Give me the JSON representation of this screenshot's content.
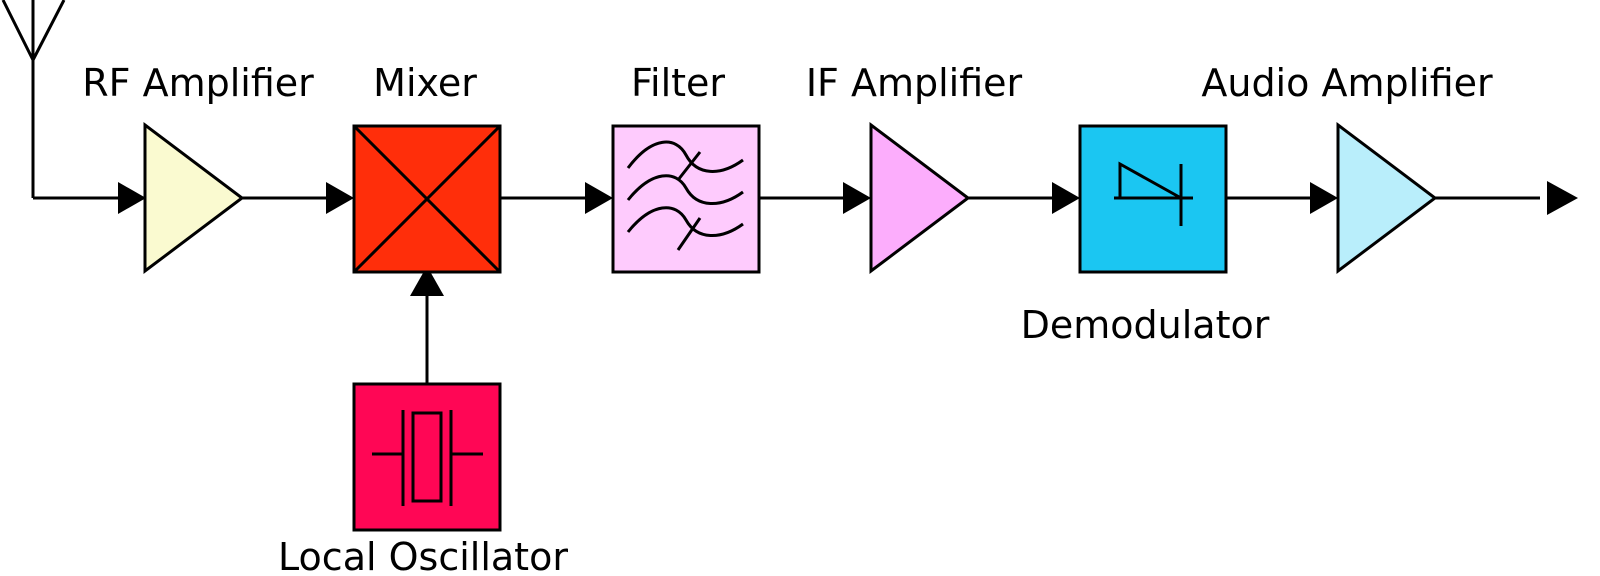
{
  "labels": {
    "rf_amplifier": "RF Amplifier",
    "mixer": "Mixer",
    "filter": "Filter",
    "if_amplifier": "IF Amplifier",
    "audio_amplifier": "Audio Amplifier",
    "demodulator": "Demodulator",
    "local_oscillator": "Local Oscillator"
  },
  "colors": {
    "rf_amplifier": "#FAFAD0",
    "mixer": "#FF2E0A",
    "filter": "#FECBFD",
    "if_amplifier": "#FCADFC",
    "demodulator": "#1BC6F2",
    "audio_amplifier": "#B9EEFB",
    "local_oscillator": "#FF0655"
  },
  "icons": {
    "antenna": "antenna-icon",
    "mixer": "mixer-cross-icon",
    "filter": "bandpass-filter-icon",
    "demodulator": "diode-icon",
    "local_oscillator": "crystal-oscillator-icon"
  }
}
